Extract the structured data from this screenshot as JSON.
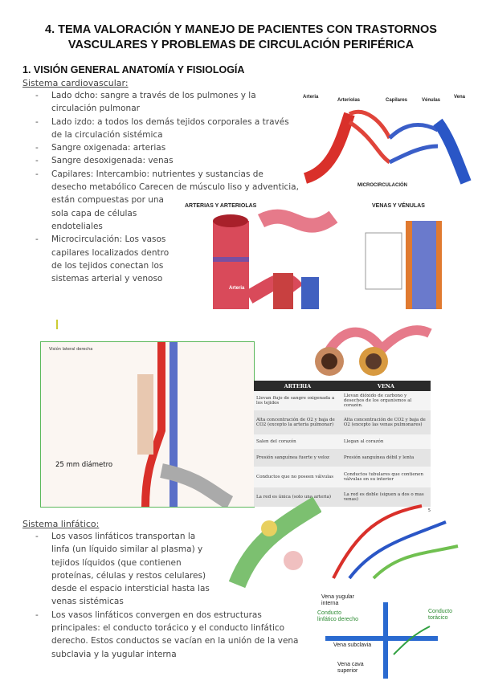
{
  "title_line1": "4. TEMA VALORACIÓN Y MANEJO DE PACIENTES CON TRASTORNOS",
  "title_line2": "VASCULARES Y PROBLEMAS DE CIRCULACIÓN PERIFÉRICA",
  "section1": {
    "heading": "1. VISIÓN GENERAL ANATOMÍA Y FISIOLOGÍA",
    "subheading": "Sistema cardiovascular:",
    "bullets": [
      "Lado dcho: sangre a través de los pulmones y la circulación pulmonar",
      "Lado izdo: a todos los demás tejidos corporales a través de la circulación sistémica",
      "Sangre oxigenada: arterias",
      "Sangre desoxigenada: venas",
      "Capilares: Intercambio: nutrientes y sustancias de desecho metabólico Carecen de músculo liso y adventicia, están compuestas por una sola capa de células endoteliales",
      "Microcirculación: Los vasos capilares localizados dentro de los tejidos conectan los sistemas arterial y venoso"
    ]
  },
  "figures": {
    "micro": {
      "labels": [
        "Arteria",
        "Arteriolas",
        "Capilares",
        "Vénulas",
        "Vena"
      ],
      "caption": "MICROCIRCULACIÓN"
    },
    "arterias_title": "ARTERIAS Y ARTERIOLAS",
    "venas_title": "VENAS Y VÉNULAS",
    "arteria_label": "Arteria",
    "neck": {
      "title": "Visión lateral derecha",
      "diameter": "25 mm diámetro"
    },
    "lymph_labels": {
      "vena_yugular": "Vena yugular interna",
      "conducto_derecho": "Conducto linfático derecho",
      "conducto_toracico": "Conducto torácico",
      "vena_subclavia": "Vena subclavia",
      "vena_cava": "Vena cava superior"
    }
  },
  "table": {
    "headers": [
      "ARTERIA",
      "VENA"
    ],
    "rows": [
      [
        "Llevan flujo de sangre oxigenada a los tejidos",
        "Llevan dióxido de carbono y desechos de los organismos al corazón."
      ],
      [
        "Alta concentración de O2 y baja de CO2 (excepto la arteria pulmonar)",
        "Alta concentración de CO2 y baja de O2 (excepto las venas pulmonares)"
      ],
      [
        "Salen del corazón",
        "Llegan al corazón"
      ],
      [
        "Presión sanguínea fuerte y veloz",
        "Presión sanguínea débil y lenta"
      ],
      [
        "Conductos que no poseen válvulas",
        "Conductos tubulares que contienen válvulas en su interior"
      ],
      [
        "La red es única (solo una arteria)",
        "La red es doble (siguen a dos o mas venas)"
      ]
    ],
    "page_number": "5"
  },
  "section2": {
    "subheading": "Sistema linfático:",
    "bullets": [
      "Los vasos linfáticos transportan la linfa (un líquido similar al plasma) y tejidos líquidos (que contienen proteínas, células y restos celulares) desde el espacio intersticial hasta las venas sistémicas",
      "Los vasos linfáticos convergen en dos estructuras principales: el conducto torácico y el conducto linfático derecho. Estos conductos se vacían en la unión de la vena subclavia y la yugular interna"
    ]
  },
  "colors": {
    "artery": "#d9302a",
    "vein": "#2a56c6",
    "green_frame": "#5cb85c"
  }
}
